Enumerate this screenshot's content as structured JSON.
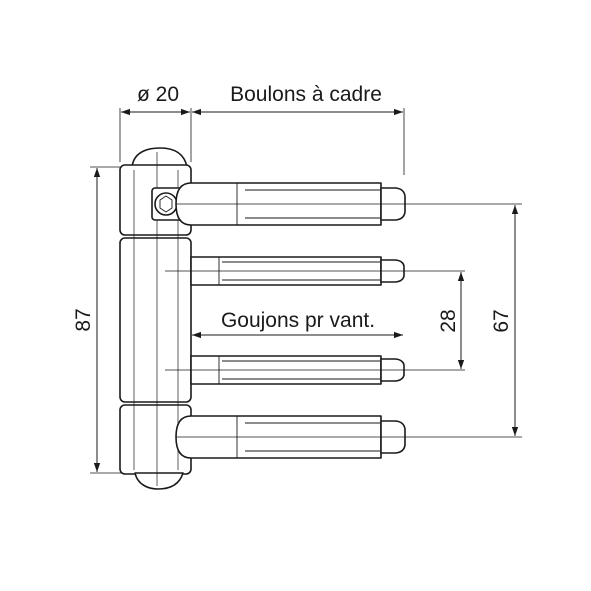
{
  "labels": {
    "diameter": "ø 20",
    "frame_bolts": "Boulons à cadre",
    "leaf_studs": "Goujons pr vant.",
    "height_total": "87",
    "spacing_inner": "28",
    "spacing_outer": "67"
  },
  "colors": {
    "line": "#1a1a1a",
    "background": "#ffffff"
  }
}
